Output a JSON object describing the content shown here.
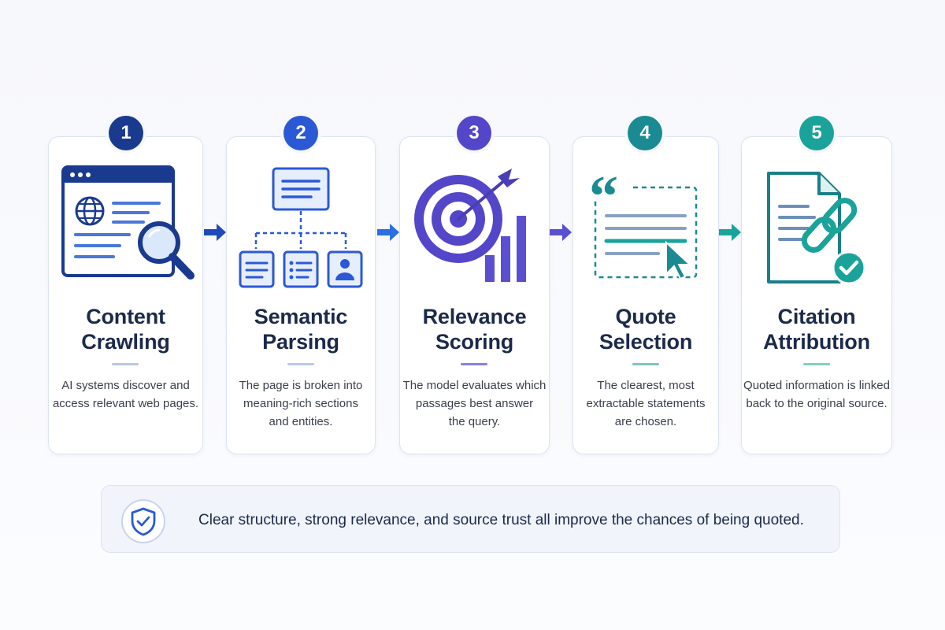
{
  "steps": [
    {
      "number": "1",
      "title_line1": "Content",
      "title_line2": "Crawling",
      "desc_line1": "AI systems discover and",
      "desc_line2": "access relevant web pages.",
      "desc_line3": "",
      "icon": "browser-search-icon",
      "color": "#1a3a8f"
    },
    {
      "number": "2",
      "title_line1": "Semantic",
      "title_line2": "Parsing",
      "desc_line1": "The page is broken into",
      "desc_line2": "meaning-rich sections",
      "desc_line3": "and entities.",
      "icon": "hierarchy-icon",
      "color": "#2b59d6"
    },
    {
      "number": "3",
      "title_line1": "Relevance",
      "title_line2": "Scoring",
      "desc_line1": "The model evaluates which",
      "desc_line2": "passages best answer",
      "desc_line3": "the query.",
      "icon": "target-chart-icon",
      "color": "#5446c8"
    },
    {
      "number": "4",
      "title_line1": "Quote",
      "title_line2": "Selection",
      "desc_line1": "The clearest, most",
      "desc_line2": "extractable statements",
      "desc_line3": "are chosen.",
      "icon": "quote-cursor-icon",
      "color": "#1a8a93"
    },
    {
      "number": "5",
      "title_line1": "Citation",
      "title_line2": "Attribution",
      "desc_line1": "Quoted information is linked",
      "desc_line2": "back to the original source.",
      "desc_line3": "",
      "icon": "document-link-icon",
      "color": "#1aa39a"
    }
  ],
  "footer": {
    "text": "Clear structure, strong relevance, and source trust all improve the chances of being quoted.",
    "icon": "shield-check-icon"
  },
  "colors": {
    "navy": "#1a3a8f",
    "royal": "#2b59d6",
    "indigo": "#5446c8",
    "teal": "#1a8a93",
    "green_teal": "#1aa39a",
    "title_text": "#1c2a4a"
  }
}
